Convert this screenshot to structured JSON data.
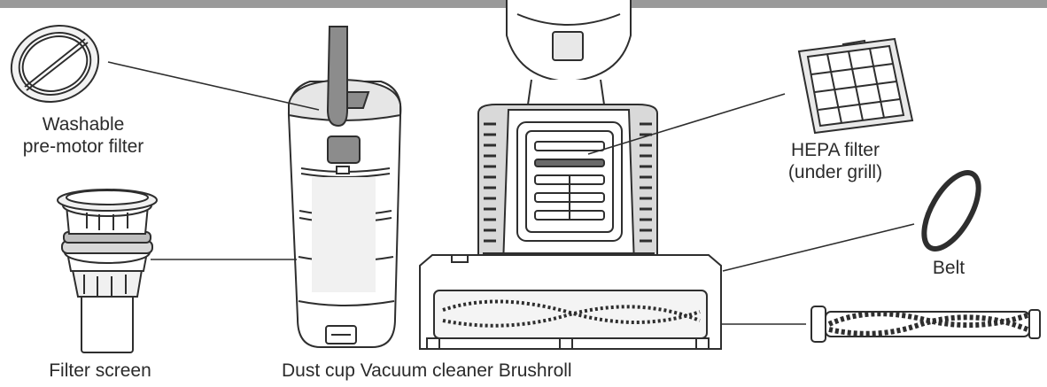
{
  "labels": {
    "washable_line1": "Washable",
    "washable_line2": "pre-motor filter",
    "hepa_line1": "HEPA filter",
    "hepa_line2": "(under grill)",
    "belt": "Belt",
    "filter_screen": "Filter screen",
    "bottom_caption": "Dust cup Vacuum cleaner Brushroll"
  },
  "colors": {
    "stroke": "#2e2e2e",
    "header_bar": "#9a9a9a",
    "handle_fill": "#8c8c8c",
    "light_fill": "#e9e9e9",
    "white_fill": "#ffffff"
  }
}
